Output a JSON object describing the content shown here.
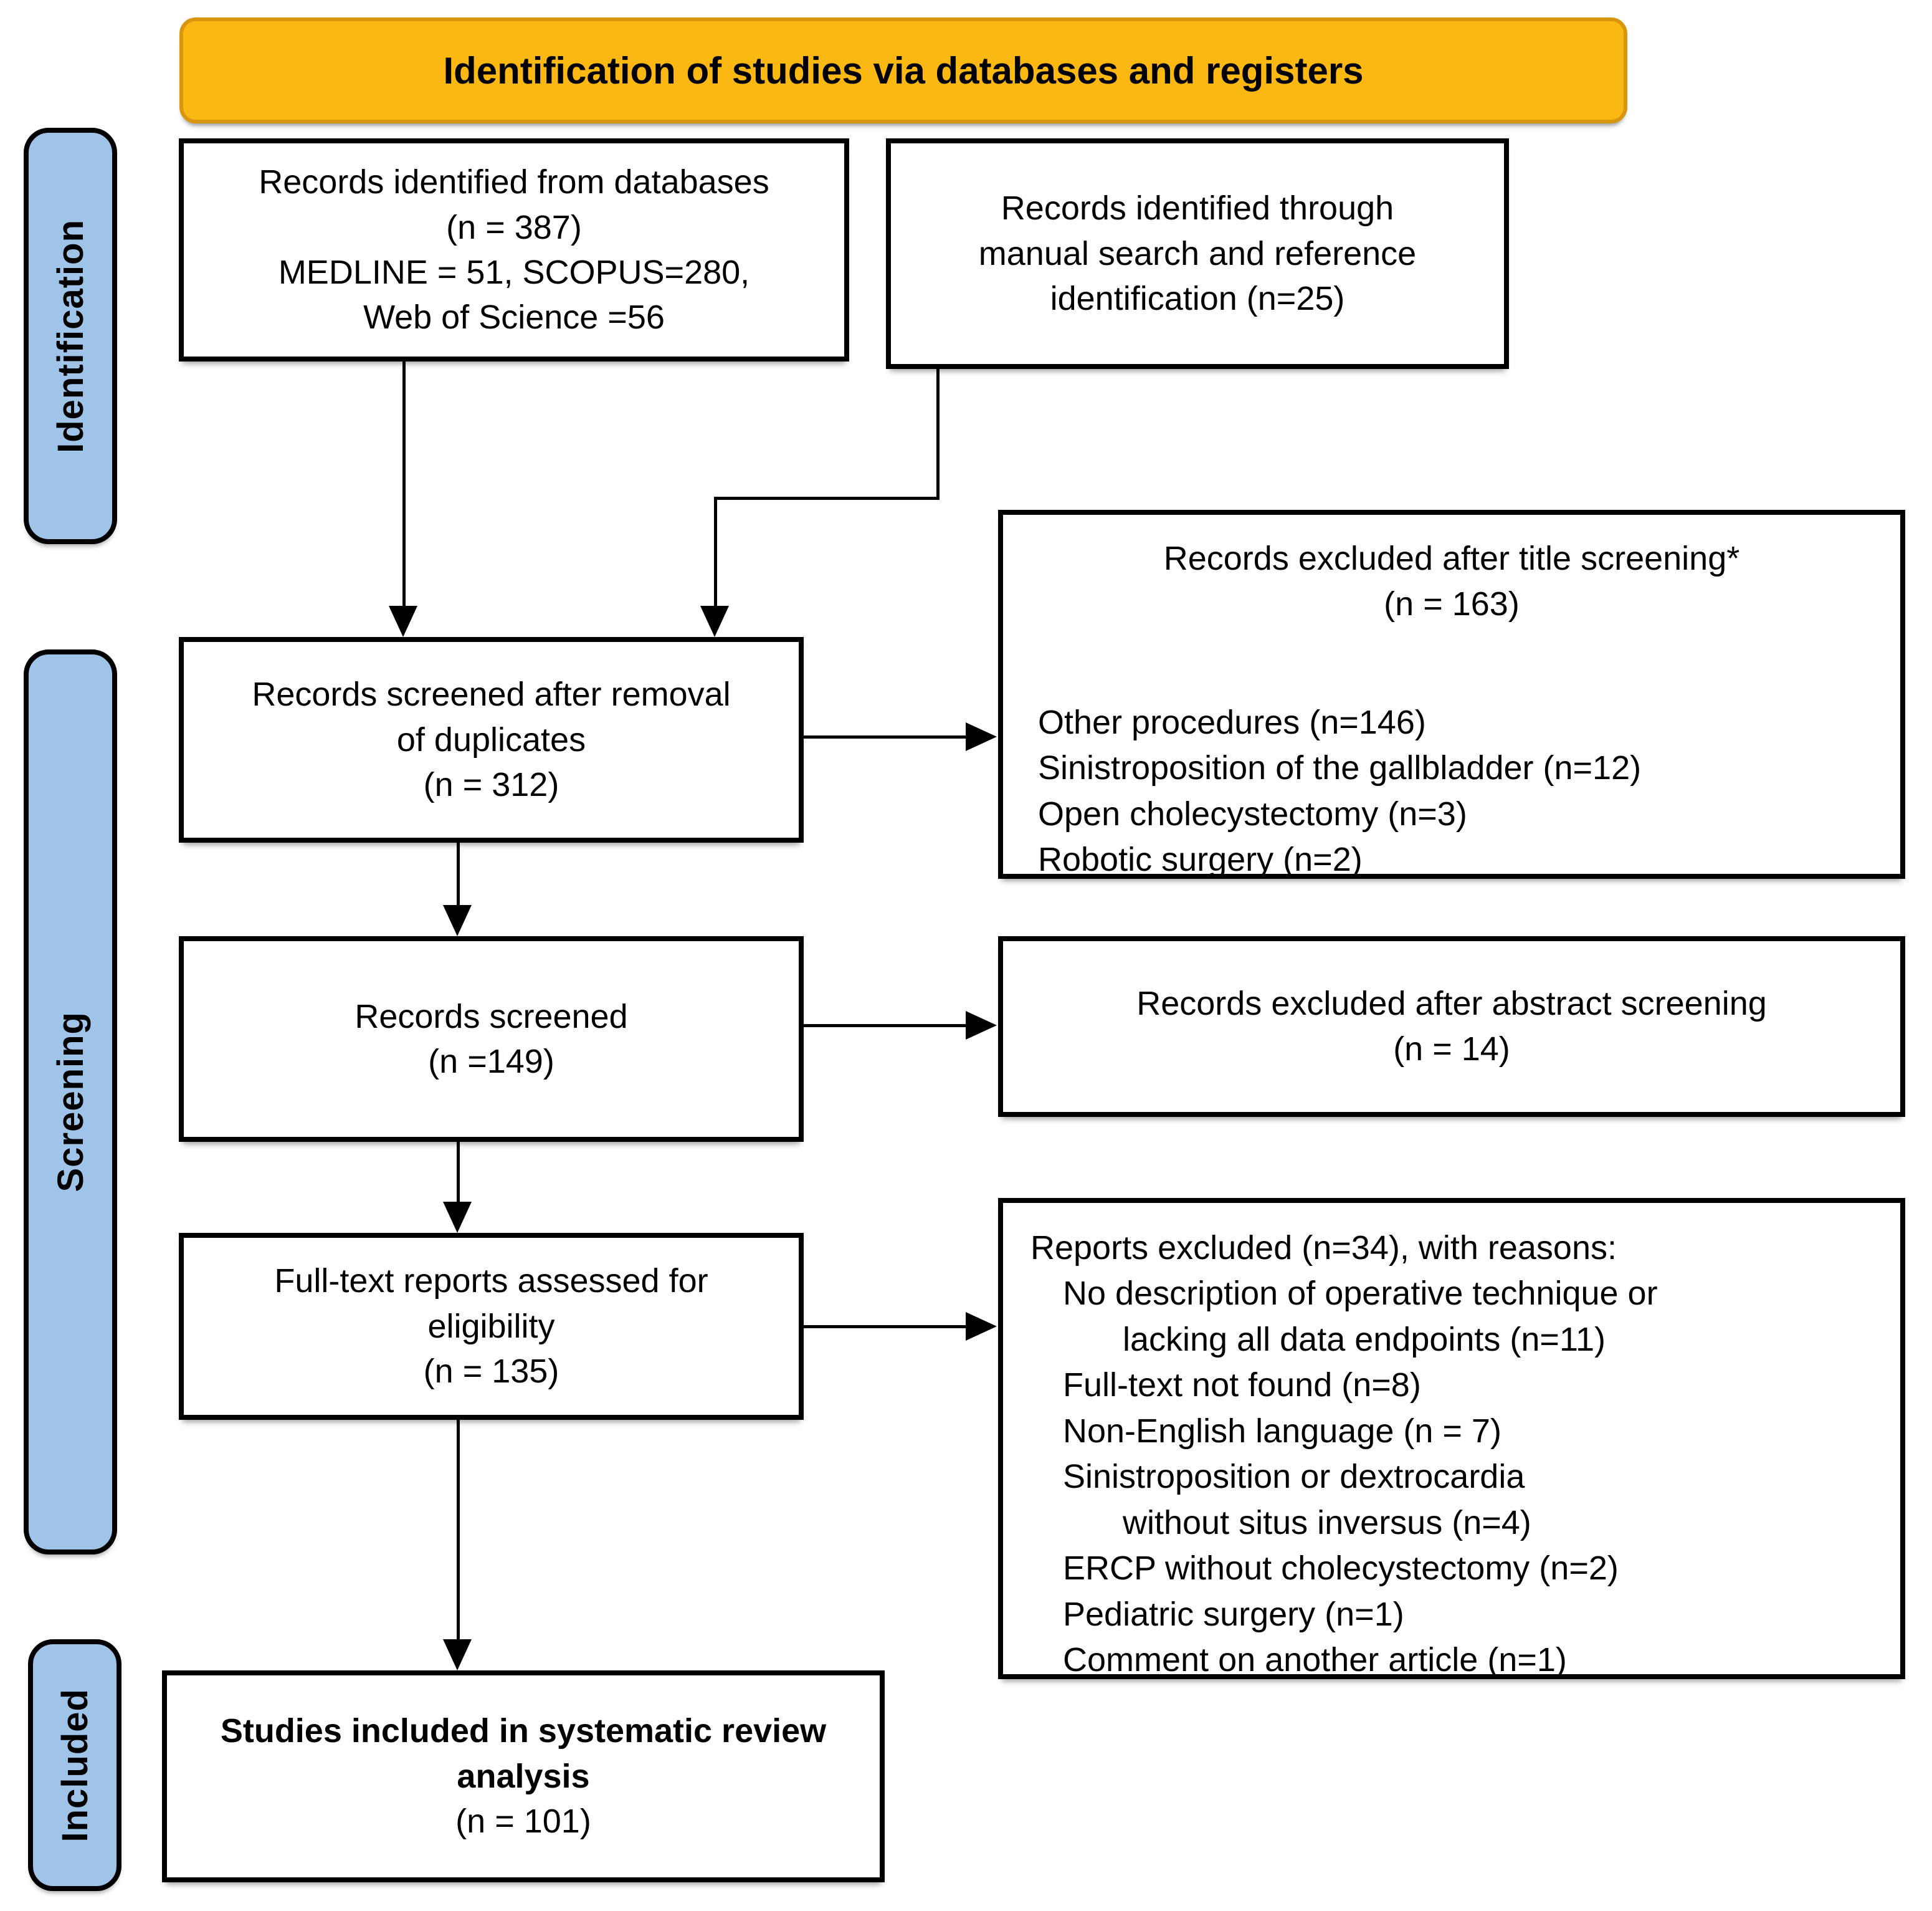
{
  "banner": {
    "label": "Identification of studies via databases and registers"
  },
  "sidebar": {
    "items": [
      {
        "label": "Identification"
      },
      {
        "label": "Screening"
      },
      {
        "label": "Included"
      }
    ]
  },
  "boxes": {
    "databases": {
      "lines": [
        "Records identified from databases",
        "(n = 387)",
        "MEDLINE = 51, SCOPUS=280,",
        "Web of Science =56"
      ]
    },
    "manual": {
      "lines": [
        "Records identified through",
        "manual search and reference",
        "identification (n=25)"
      ]
    },
    "dedup": {
      "lines": [
        "Records screened after removal",
        "of duplicates",
        "(n = 312)"
      ]
    },
    "screened": {
      "lines": [
        "Records screened",
        "(n =149)"
      ]
    },
    "fulltext": {
      "lines": [
        "Full-text reports assessed for",
        "eligibility",
        "(n = 135)"
      ]
    },
    "included": {
      "title_lines": [
        "Studies included in systematic review",
        "analysis"
      ],
      "count": "(n = 101)"
    }
  },
  "exclusions": {
    "title_screening": {
      "header": "Records excluded after title screening*",
      "count": "(n = 163)",
      "reasons": [
        "Other procedures (n=146)",
        "Sinistroposition of the gallbladder (n=12)",
        "Open cholecystectomy (n=3)",
        "Robotic surgery (n=2)"
      ]
    },
    "abstract_screening": {
      "header": "Records excluded after abstract screening",
      "count": "(n = 14)"
    },
    "reports": {
      "header": "Reports excluded (n=34), with reasons:",
      "reasons": [
        {
          "text": "No description of operative technique or"
        },
        {
          "text": "lacking all data endpoints (n=11)"
        },
        {
          "text": "Full-text not found (n=8)"
        },
        {
          "text": "Non-English language (n = 7)"
        },
        {
          "text": "Sinistroposition or dextrocardia"
        },
        {
          "text": "without situs inversus (n=4)"
        },
        {
          "text": "ERCP without cholecystectomy (n=2)"
        },
        {
          "text": "Pediatric surgery (n=1)"
        },
        {
          "text": "Comment on another article (n=1)"
        }
      ]
    }
  },
  "colors": {
    "banner_fill": "#FBB813",
    "banner_border": "#D8960F",
    "sidebar_fill": "#9FC4E8",
    "line": "#000000"
  }
}
